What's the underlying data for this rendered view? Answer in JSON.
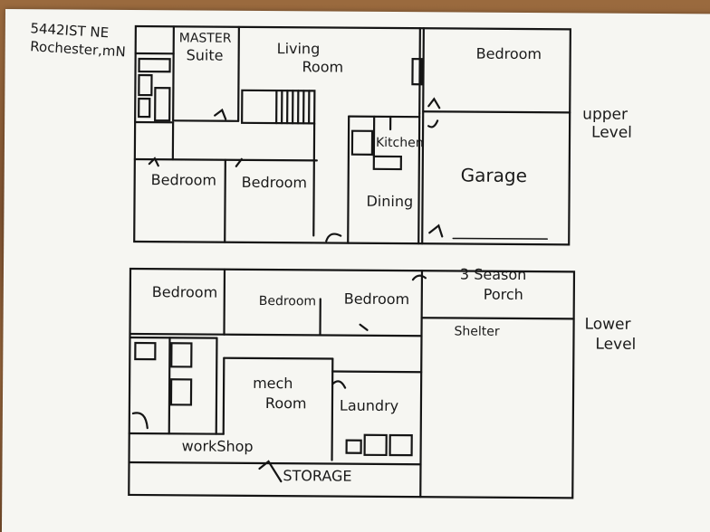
{
  "address": {
    "line1": "5442IST NE",
    "line2": "Rochester,mN"
  },
  "upper_level": {
    "label_line1": "upper",
    "label_line2": "Level",
    "rooms": {
      "master_suite_line1": "MASTER",
      "master_suite_line2": "Suite",
      "living_room_line1": "Living",
      "living_room_line2": "Room",
      "bedroom_top_right": "Bedroom",
      "kitchen": "Kitchen",
      "garage": "Garage",
      "dining": "Dining",
      "bedroom_left": "Bedroom",
      "bedroom_mid": "Bedroom"
    }
  },
  "lower_level": {
    "label_line1": "Lower",
    "label_line2": "Level",
    "rooms": {
      "bedroom_left": "Bedroom",
      "bedroom_mid": "Bedroom",
      "bedroom_right": "Bedroom",
      "three_season_line1": "3 Season",
      "three_season_line2": "Porch",
      "shelter": "Shelter",
      "mech_room_line1": "mech",
      "mech_room_line2": "Room",
      "laundry": "Laundry",
      "workshop": "workShop",
      "storage": "STORAGE"
    }
  }
}
